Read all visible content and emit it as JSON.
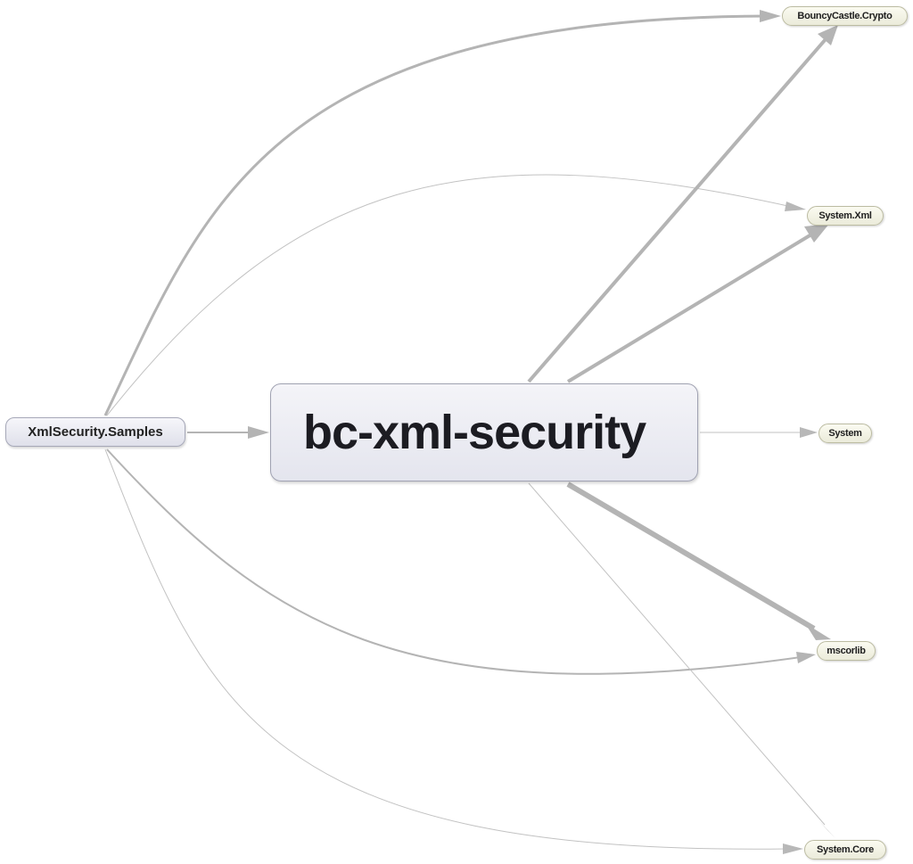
{
  "graph": {
    "main": {
      "label": "bc-xml-security"
    },
    "source": {
      "label": "XmlSecurity.Samples"
    },
    "dependencies": [
      {
        "id": "bouncy",
        "label": "BouncyCastle.Crypto"
      },
      {
        "id": "sysxml",
        "label": "System.Xml"
      },
      {
        "id": "system",
        "label": "System"
      },
      {
        "id": "mscorlib",
        "label": "mscorlib"
      },
      {
        "id": "syscore",
        "label": "System.Core"
      }
    ],
    "colors": {
      "edge": "#b4b4b4",
      "main_fill": "#e8e9f0",
      "dep_fill": "#f2f2e4"
    }
  }
}
